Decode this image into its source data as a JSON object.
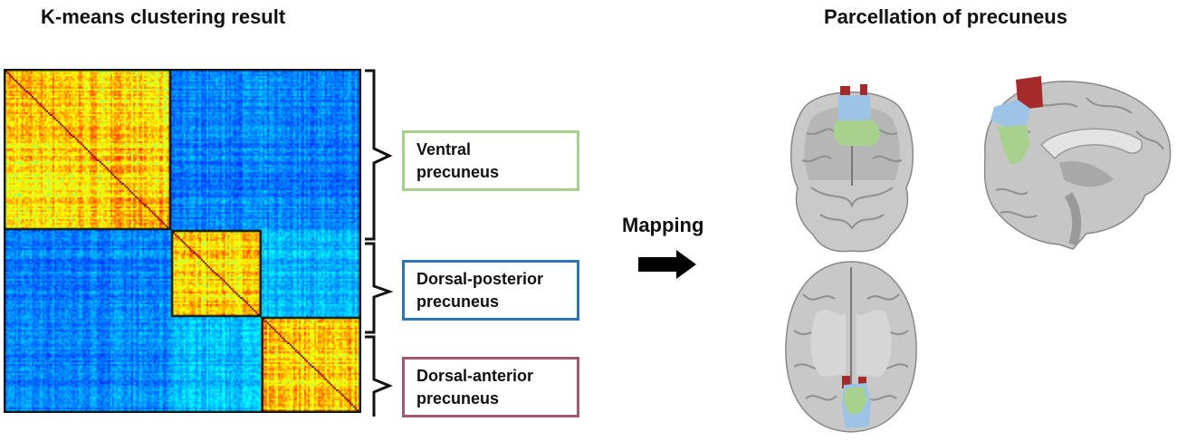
{
  "titles": {
    "left": "K-means clustering result",
    "right": "Parcellation of precuneus"
  },
  "clusters": [
    {
      "name_line1": "Ventral",
      "name_line2": "precuneus",
      "border_color": "#a8d08d",
      "fill_color": "#a9d18e"
    },
    {
      "name_line1": "Dorsal-posterior",
      "name_line2": "precuneus",
      "border_color": "#2e75b6",
      "fill_color": "#9dc3e6"
    },
    {
      "name_line1": "Dorsal-anterior",
      "name_line2": "precuneus",
      "border_color": "#a05a70",
      "fill_color": "#a52a2a"
    }
  ],
  "cluster_proportions": [
    0.47,
    0.25,
    0.28
  ],
  "mapping_label": "Mapping",
  "colormap": "jet"
}
